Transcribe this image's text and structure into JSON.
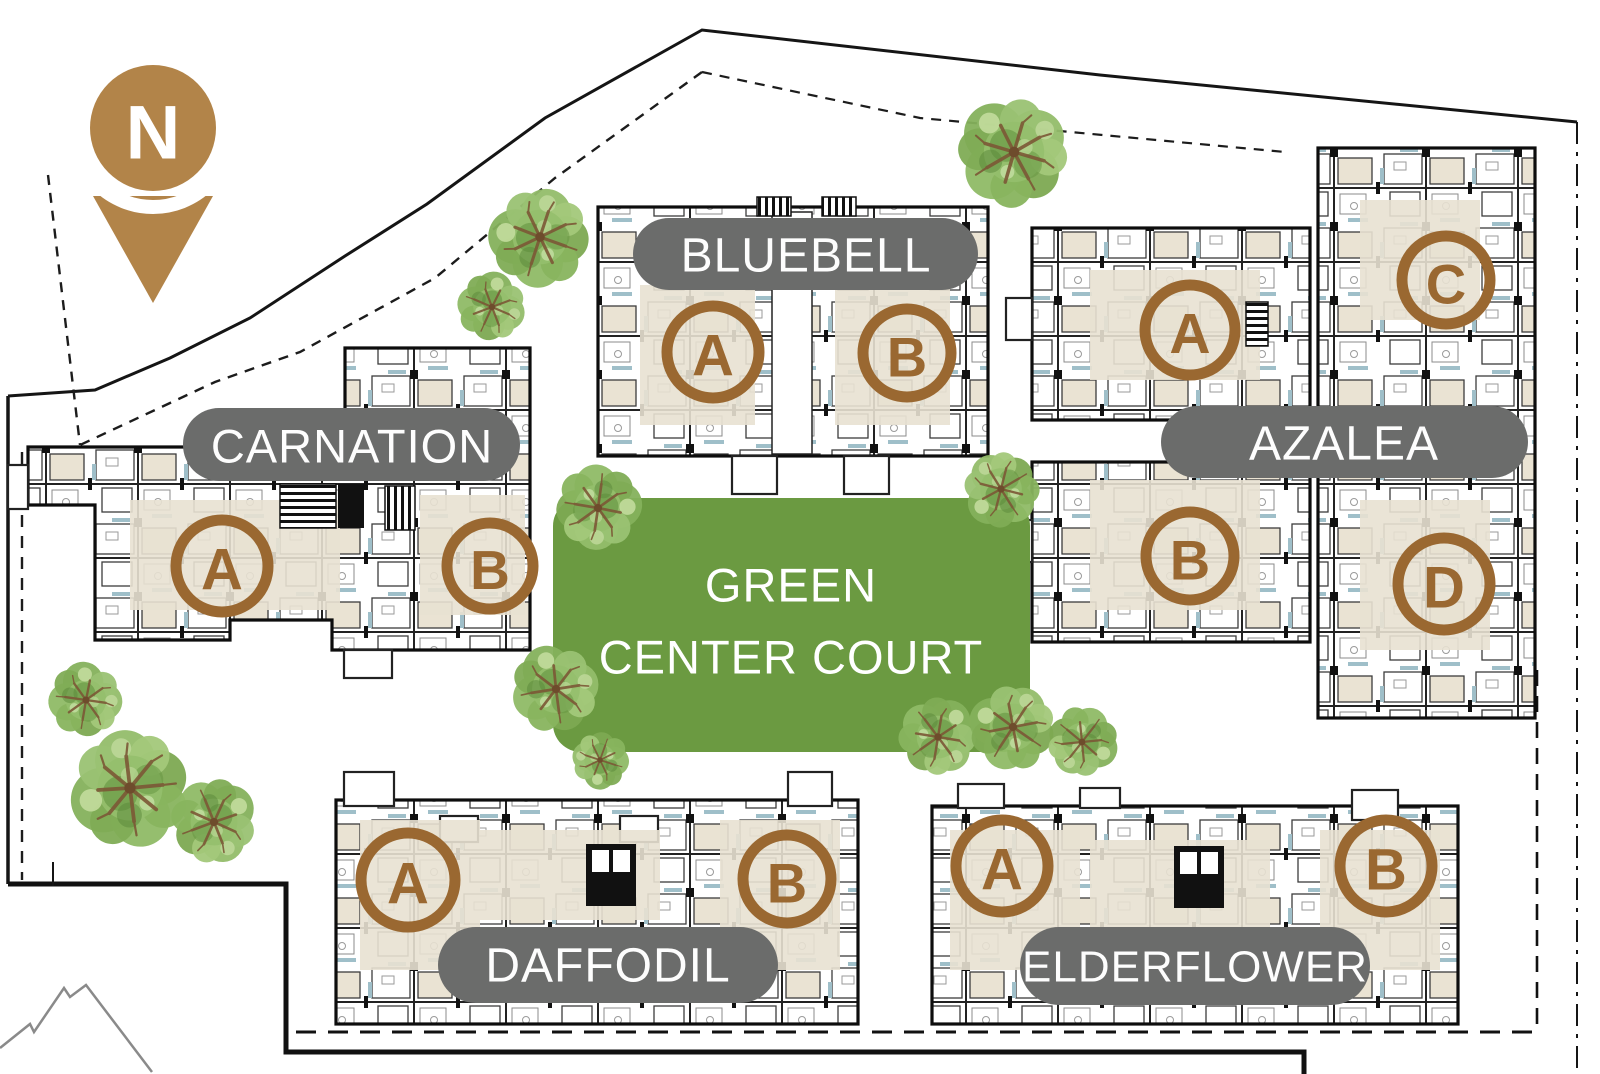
{
  "north": {
    "label": "N"
  },
  "court": {
    "line1": "GREEN",
    "line2": "CENTER COURT"
  },
  "buildings": {
    "bluebell": {
      "name": "BLUEBELL",
      "units": {
        "a": "A",
        "b": "B"
      }
    },
    "carnation": {
      "name": "CARNATION",
      "units": {
        "a": "A",
        "b": "B"
      }
    },
    "azalea": {
      "name": "AZALEA",
      "units": {
        "a": "A",
        "b": "B",
        "c": "C",
        "d": "D"
      }
    },
    "daffodil": {
      "name": "DAFFODIL",
      "units": {
        "a": "A",
        "b": "B"
      }
    },
    "elderflower": {
      "name": "ELDERFLOWER",
      "units": {
        "a": "A",
        "b": "B"
      }
    }
  },
  "colors": {
    "north_gold": "#B28449",
    "unit_marker_brown": "#9A6831",
    "label_pill_gray": "#6B6C6B",
    "court_green": "#6B9A41",
    "floor_beige": "#E8E1D1",
    "window_teal": "#9FBFC9",
    "wall_black": "#111111"
  }
}
